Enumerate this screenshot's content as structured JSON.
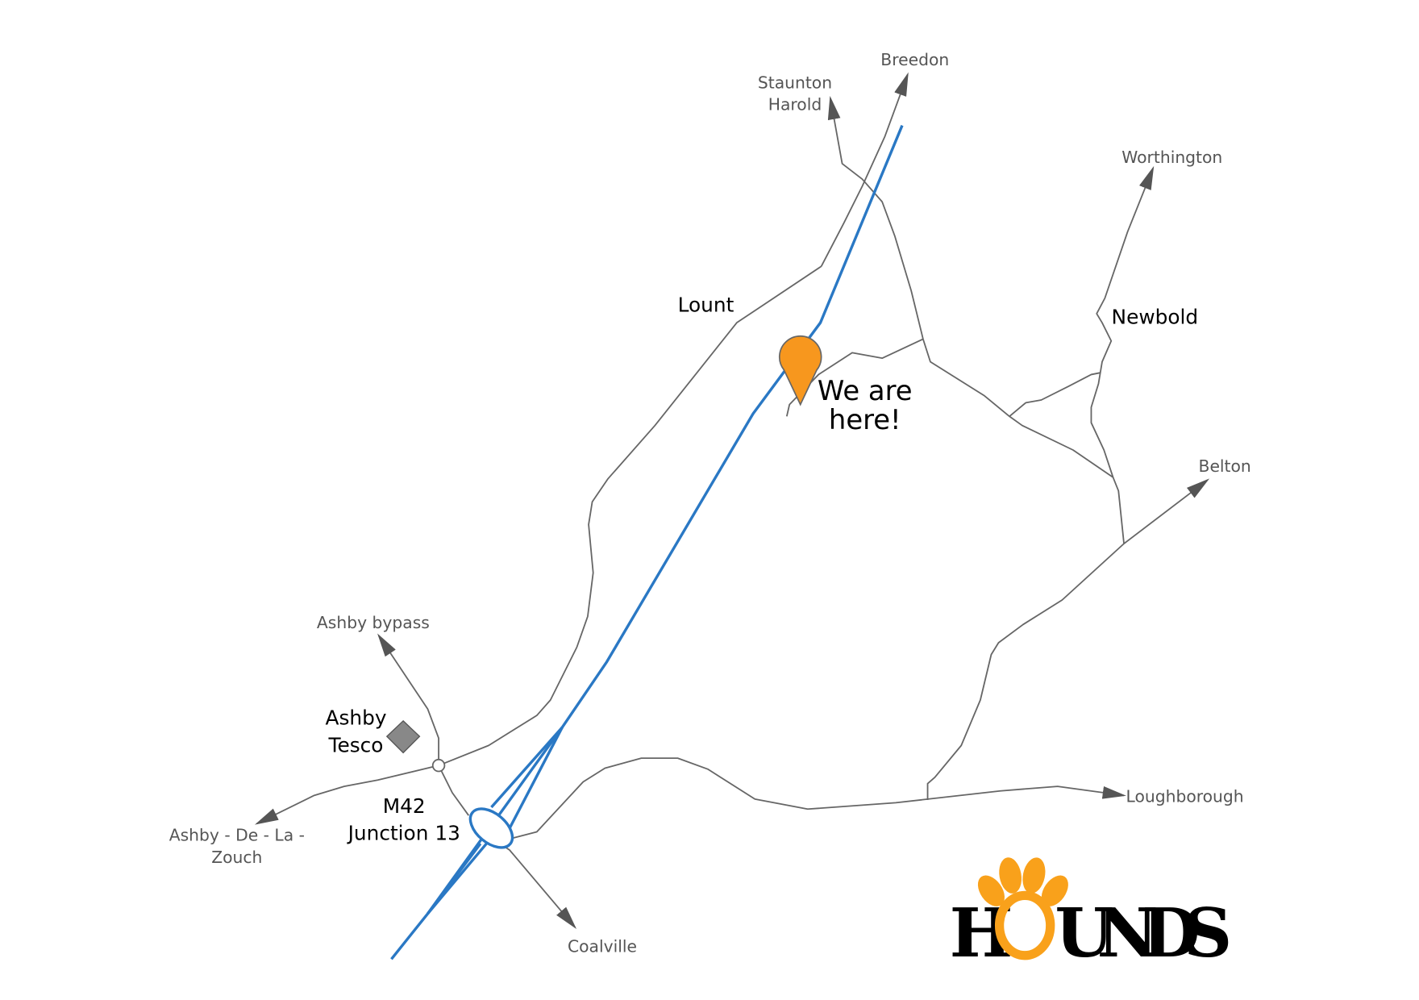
{
  "colors": {
    "motorway": "#2a78c4",
    "road": "#666666",
    "pin": "#f7971e",
    "paw": "#f9a11b"
  },
  "labels": {
    "breedon": "Breedon",
    "staunton_1": "Staunton",
    "staunton_2": "Harold",
    "worthington": "Worthington",
    "lount": "Lount",
    "newbold": "Newbold",
    "here_1": "We are",
    "here_2": "here!",
    "belton": "Belton",
    "ashby_bypass": "Ashby bypass",
    "tesco_1": "Ashby",
    "tesco_2": "Tesco",
    "m42_1": "M42",
    "m42_2": "Junction 13",
    "ashby_1": "Ashby - De - La -",
    "ashby_2": "Zouch",
    "loughborough": "Loughborough",
    "coalville": "Coalville"
  },
  "logo": {
    "text": "HOUNDS",
    "h": "H",
    "rest": "UNDS"
  }
}
